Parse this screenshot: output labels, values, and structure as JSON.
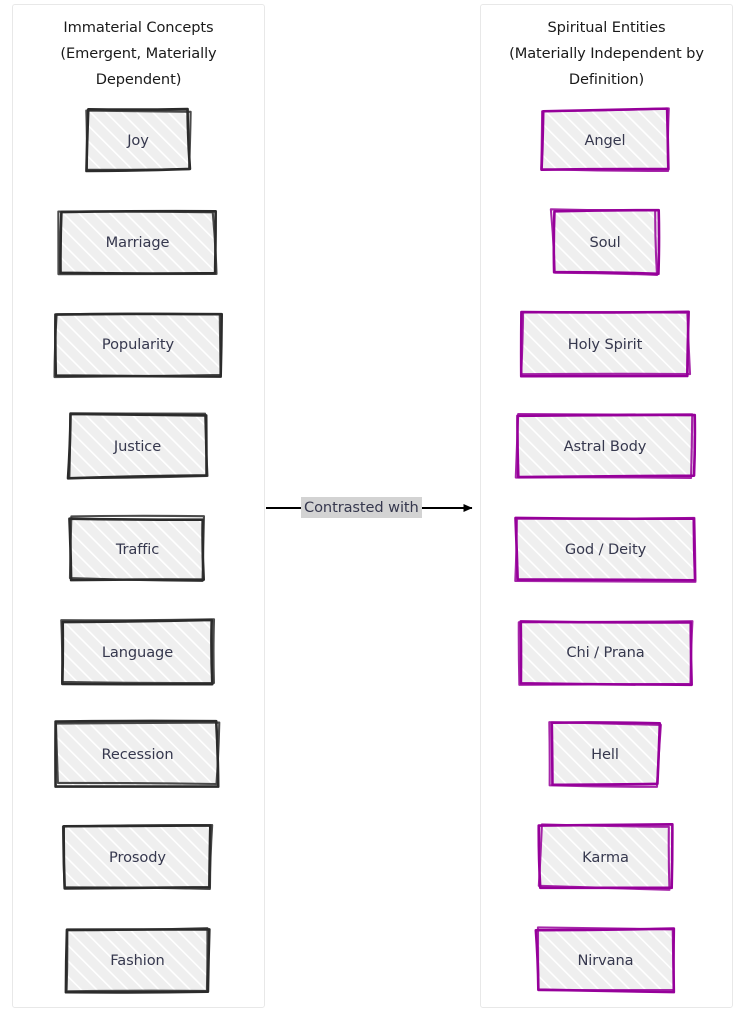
{
  "diagram": {
    "type": "flowchart-lr",
    "background": "#ffffff",
    "edge": {
      "label": "Contrasted with",
      "label_background": "#d3d3d3",
      "line_color": "#000000",
      "arrowhead": "arrow-right-icon"
    }
  },
  "left_panel": {
    "title": "Immaterial Concepts\n(Emergent, Materially\nDependent)",
    "border_color": "#e8e8e8",
    "node_stroke": "#2b2b2b",
    "node_fill": "#efefef",
    "nodes": [
      {
        "label": "Joy"
      },
      {
        "label": "Marriage"
      },
      {
        "label": "Popularity"
      },
      {
        "label": "Justice"
      },
      {
        "label": "Traffic"
      },
      {
        "label": "Language"
      },
      {
        "label": "Recession"
      },
      {
        "label": "Prosody"
      },
      {
        "label": "Fashion"
      }
    ]
  },
  "right_panel": {
    "title": "Spiritual Entities\n(Materially Independent by\nDefinition)",
    "border_color": "#e8e8e8",
    "node_stroke": "#96009a",
    "node_fill": "#efefef",
    "nodes": [
      {
        "label": "Angel"
      },
      {
        "label": "Soul"
      },
      {
        "label": "Holy Spirit"
      },
      {
        "label": "Astral Body"
      },
      {
        "label": "God / Deity"
      },
      {
        "label": "Chi / Prana"
      },
      {
        "label": "Hell"
      },
      {
        "label": "Karma"
      },
      {
        "label": "Nirvana"
      }
    ]
  }
}
